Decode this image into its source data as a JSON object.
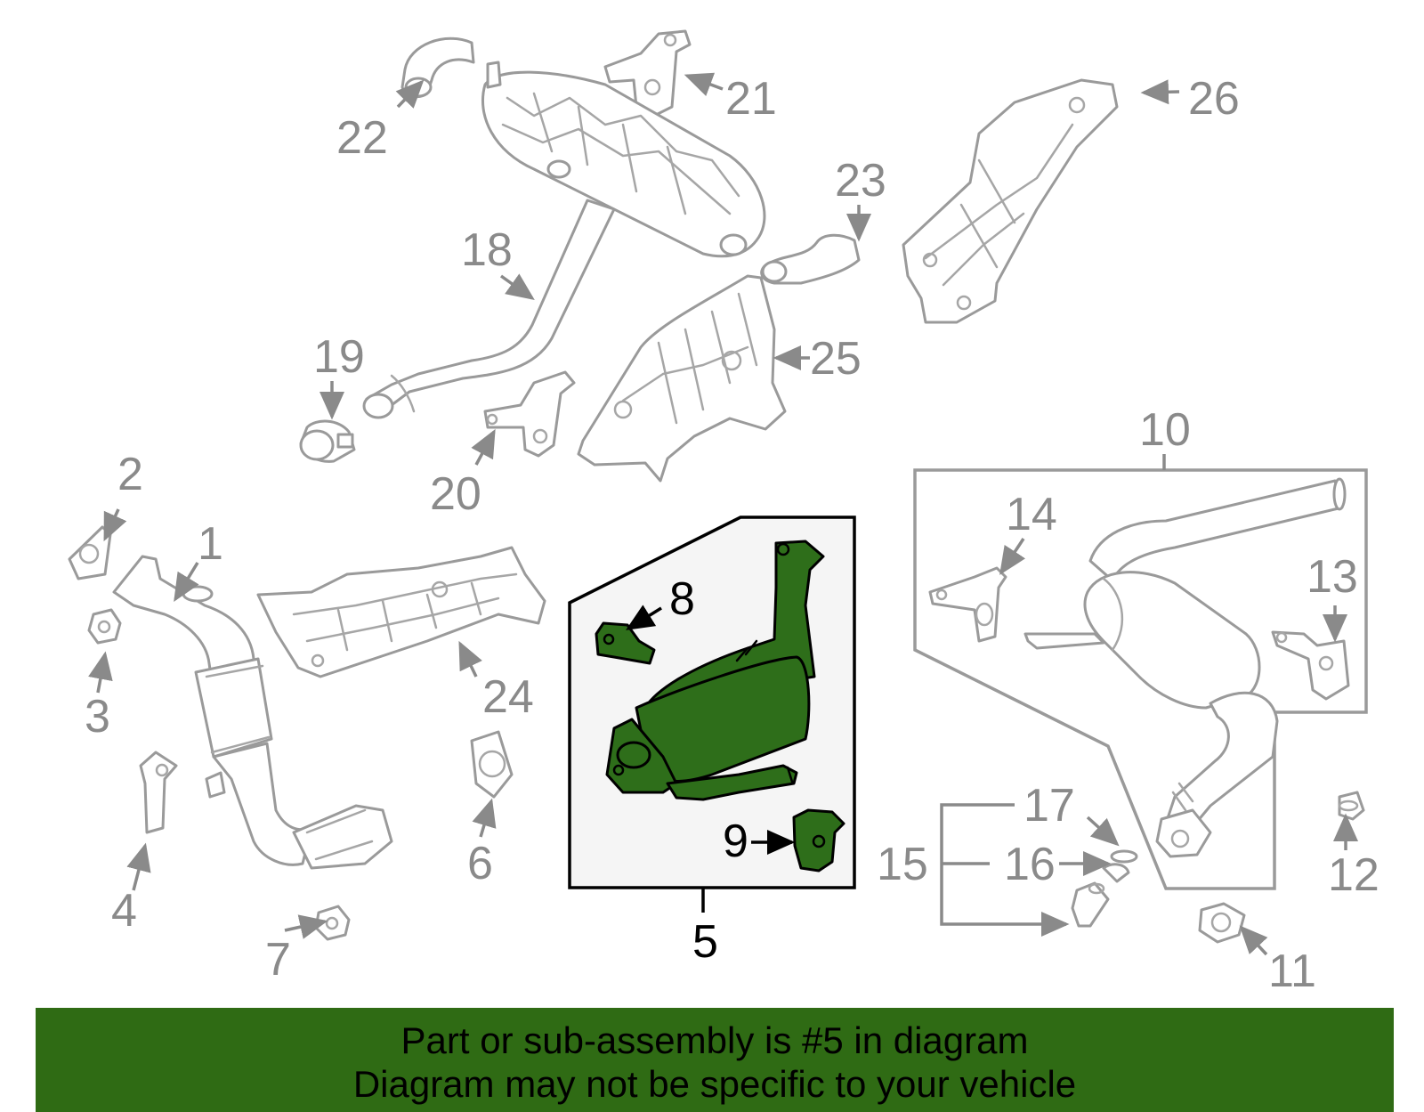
{
  "banner": {
    "line1": "Part or sub-assembly is #5 in diagram",
    "line2": "Diagram may not be specific to your vehicle"
  },
  "highlight_color": "#2e6e1a",
  "callouts": {
    "c1": "1",
    "c2": "2",
    "c3": "3",
    "c4": "4",
    "c5": "5",
    "c6": "6",
    "c7": "7",
    "c8": "8",
    "c9": "9",
    "c10": "10",
    "c11": "11",
    "c12": "12",
    "c13": "13",
    "c14": "14",
    "c15": "15",
    "c16": "16",
    "c17": "17",
    "c18": "18",
    "c19": "19",
    "c20": "20",
    "c21": "21",
    "c22": "22",
    "c23": "23",
    "c24": "24",
    "c25": "25",
    "c26": "26"
  }
}
